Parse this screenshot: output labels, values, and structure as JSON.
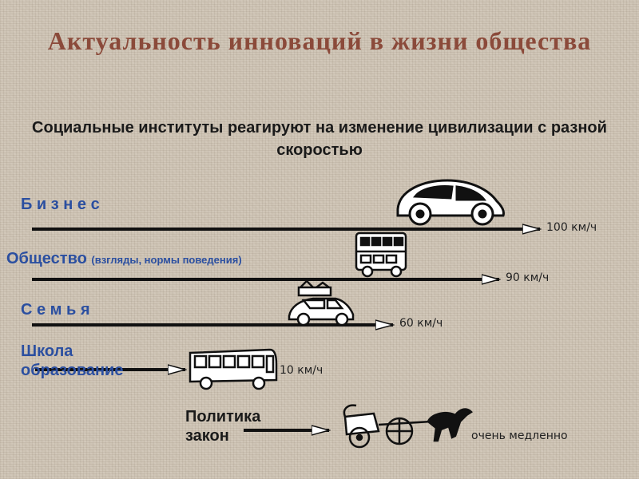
{
  "title": "Актуальность инноваций в жизни общества",
  "subtitle": "Социальные институты реагируют на изменение цивилизации с разной скоростью",
  "rows": [
    {
      "label": "Б и з н е с",
      "speed": "100 км/ч",
      "icon": "car-icon"
    },
    {
      "label": "Общество",
      "label_note": "(взгляды, нормы поведения)",
      "speed": "90 км/ч",
      "icon": "double-decker-bus-icon"
    },
    {
      "label": "С е м ь я",
      "speed": "60 км/ч",
      "icon": "family-car-icon"
    },
    {
      "label": "Школа образование",
      "speed": "10 км/ч",
      "icon": "bus-icon"
    },
    {
      "label": "Политика закон",
      "speed": "очень медленно",
      "icon": "horse-carriage-icon"
    }
  ],
  "colors": {
    "title": "#8b4a3a",
    "label": "#2b4fa0",
    "text": "#1a1a1a",
    "arrow": "#111111"
  }
}
